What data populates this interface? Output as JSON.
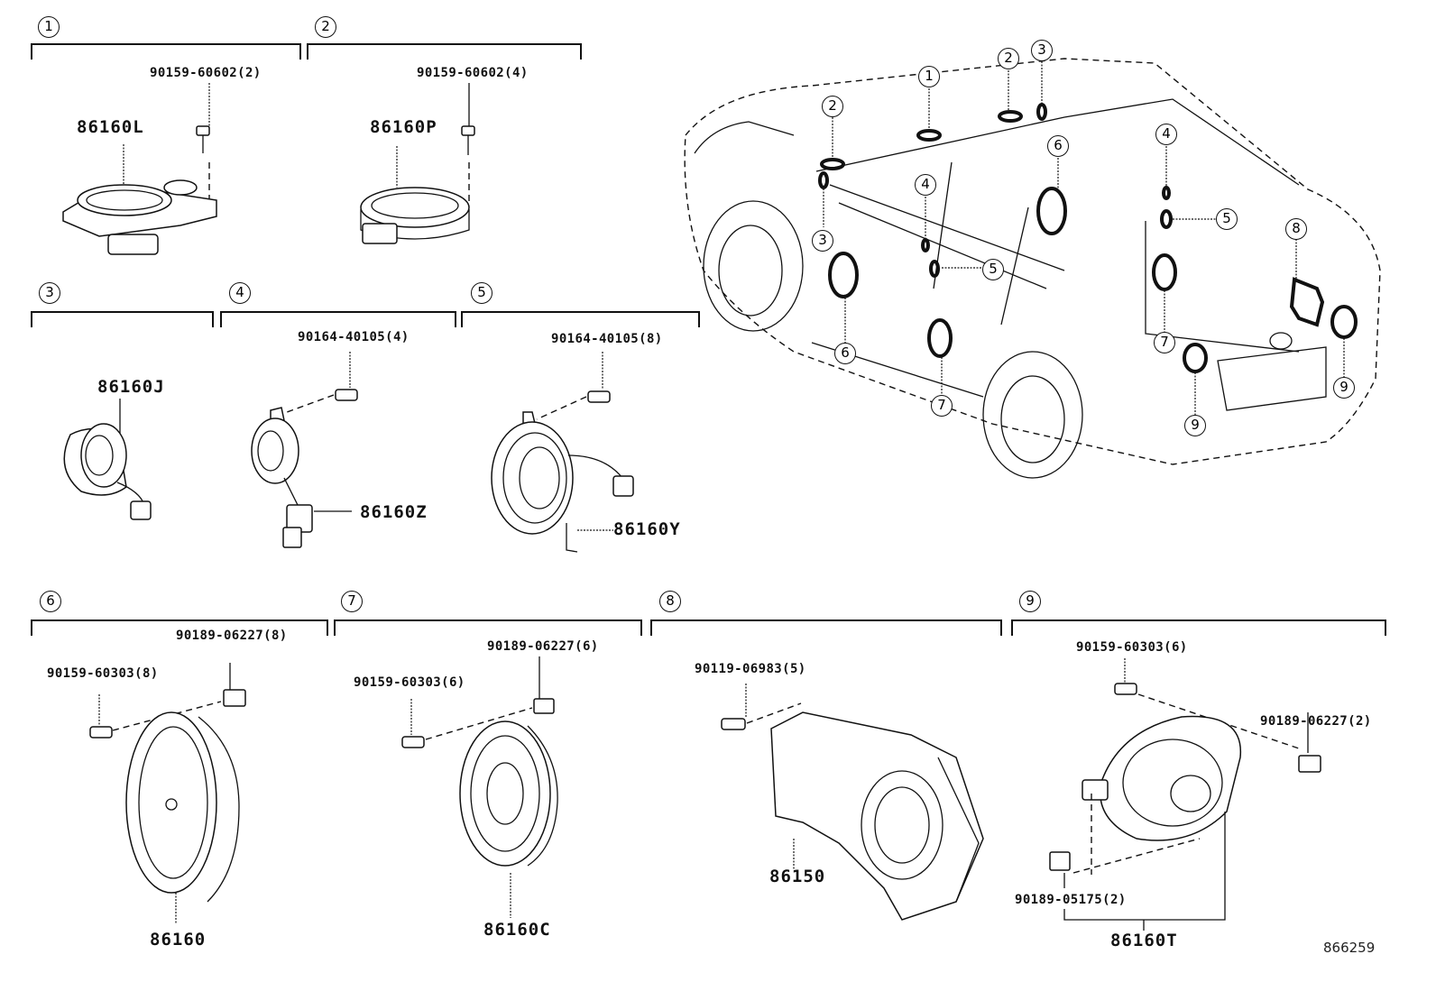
{
  "diagram": {
    "figure_id": "866259",
    "groups": [
      {
        "index": "1",
        "main_part": "86160L",
        "fasteners": [
          {
            "part": "90159-60602",
            "qty": "(2)"
          }
        ]
      },
      {
        "index": "2",
        "main_part": "86160P",
        "fasteners": [
          {
            "part": "90159-60602",
            "qty": "(4)"
          }
        ]
      },
      {
        "index": "3",
        "main_part": "86160J",
        "fasteners": []
      },
      {
        "index": "4",
        "main_part": "86160Z",
        "fasteners": [
          {
            "part": "90164-40105",
            "qty": "(4)"
          }
        ]
      },
      {
        "index": "5",
        "main_part": "86160Y",
        "fasteners": [
          {
            "part": "90164-40105",
            "qty": "(8)"
          }
        ]
      },
      {
        "index": "6",
        "main_part": "86160",
        "fasteners": [
          {
            "part": "90189-06227",
            "qty": "(8)"
          },
          {
            "part": "90159-60303",
            "qty": "(8)"
          }
        ]
      },
      {
        "index": "7",
        "main_part": "86160C",
        "fasteners": [
          {
            "part": "90189-06227",
            "qty": "(6)"
          },
          {
            "part": "90159-60303",
            "qty": "(6)"
          }
        ]
      },
      {
        "index": "8",
        "main_part": "86150",
        "fasteners": [
          {
            "part": "90119-06983",
            "qty": "(5)"
          }
        ]
      },
      {
        "index": "9",
        "main_part": "86160T",
        "fasteners": [
          {
            "part": "90159-60303",
            "qty": "(6)"
          },
          {
            "part": "90189-06227",
            "qty": "(2)"
          },
          {
            "part": "90189-05175",
            "qty": "(2)"
          }
        ]
      }
    ],
    "vehicle_callouts": [
      "1",
      "2",
      "2",
      "3",
      "3",
      "4",
      "4",
      "5",
      "5",
      "6",
      "6",
      "7",
      "7",
      "8",
      "9",
      "9"
    ]
  }
}
